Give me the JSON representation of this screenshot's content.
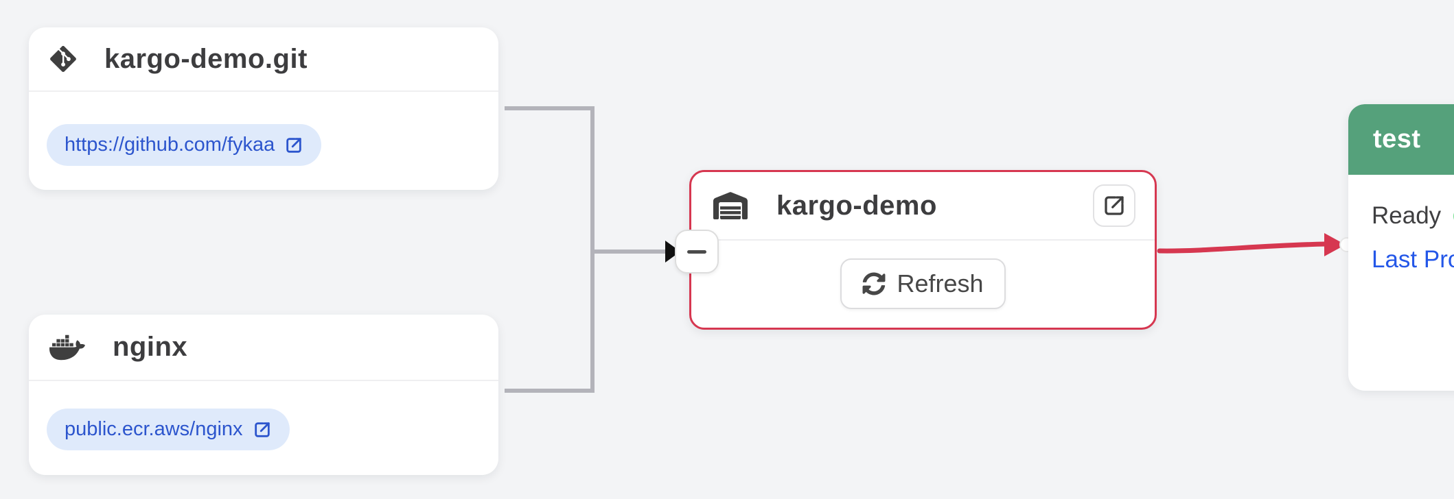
{
  "app": "kargo-pipeline-graph",
  "colors": {
    "background": "#f3f4f6",
    "accent_red": "#d63750",
    "edge_gray": "#b3b3ba",
    "arrow_black": "#111111",
    "stage_header_green": "#55a17b",
    "ready_dot_green": "#6edd8a",
    "link_pill_bg": "#dfeafb",
    "link_blue": "#2c55cd",
    "promotion_link_blue": "#2457e8"
  },
  "subscriptions": [
    {
      "icon": "git-icon",
      "title": "kargo-demo.git",
      "link": "https://github.com/fykaa"
    },
    {
      "icon": "docker-icon",
      "title": "nginx",
      "link": "public.ecr.aws/nginx"
    }
  ],
  "warehouse": {
    "icon": "warehouse-icon",
    "title": "kargo-demo",
    "refresh_label": "Refresh",
    "actions": [
      "external-link-icon",
      "refresh-icon",
      "collapse-minus-icon"
    ]
  },
  "stage": {
    "title": "test",
    "status_label": "Ready",
    "status": "healthy",
    "promotion_label": "Last Promotion"
  }
}
